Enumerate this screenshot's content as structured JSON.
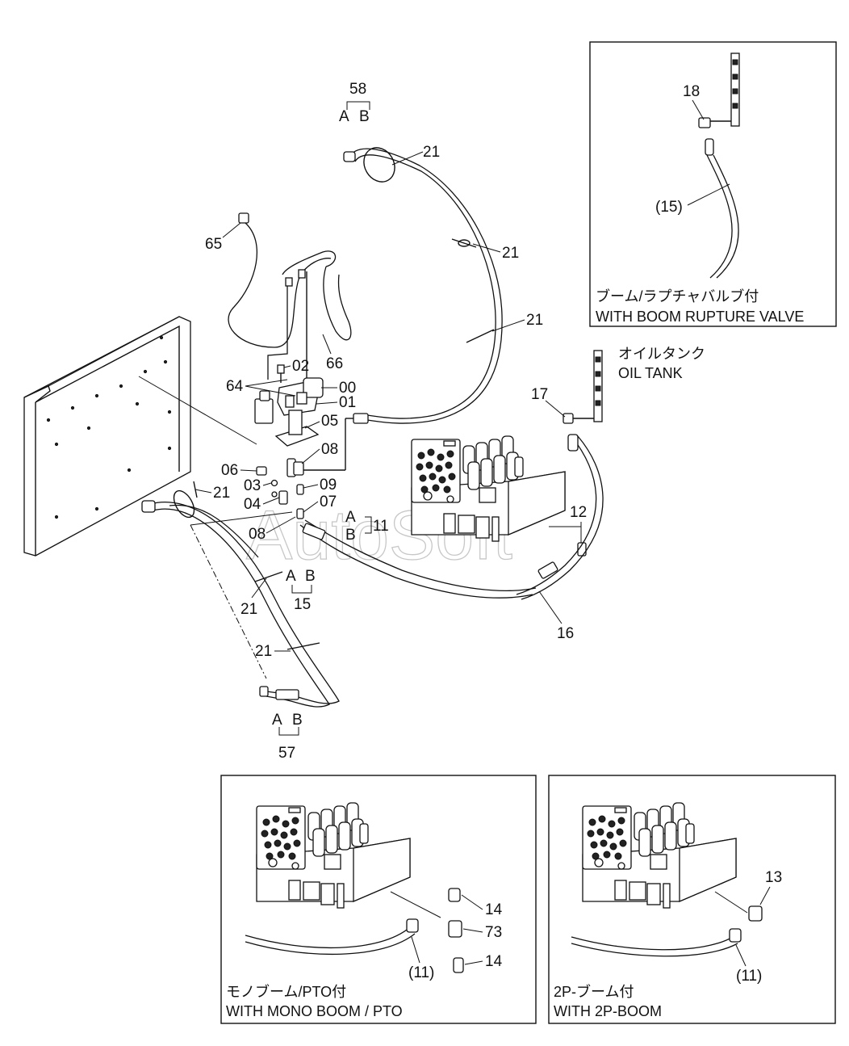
{
  "watermark": "AutoSoft",
  "labels": {
    "p58": "58",
    "p58_a": "A",
    "p58_b": "B",
    "p21_top": "21",
    "p21_mid": "21",
    "p21_right": "21",
    "p21_left": "21",
    "p21_lowA": "21",
    "p21_lowB": "21",
    "p65": "65",
    "p66": "66",
    "p64": "64",
    "p02": "02",
    "p00": "00",
    "p01": "01",
    "p05": "05",
    "p06": "06",
    "p08a": "08",
    "p03": "03",
    "p09": "09",
    "p04": "04",
    "p07": "07",
    "p08b": "08",
    "p11": "11",
    "p11_a": "A",
    "p11_b": "B",
    "p12": "12",
    "p15": "15",
    "p15_a": "A",
    "p15_b": "B",
    "p16": "16",
    "p17": "17",
    "p57": "57",
    "p57_a": "A",
    "p57_b": "B"
  },
  "oil_tank": {
    "jp": "オイルタンク",
    "en": "OIL TANK"
  },
  "inset_rupture": {
    "p18": "18",
    "p15": "(15)",
    "caption_jp": "ブーム/ラプチャバルブ付",
    "caption_en": "WITH BOOM RUPTURE VALVE"
  },
  "inset_mono": {
    "p14a": "14",
    "p73": "73",
    "p14b": "14",
    "p11": "(11)",
    "caption_jp": "モノブーム/PTO付",
    "caption_en": "WITH MONO BOOM / PTO"
  },
  "inset_2p": {
    "p13": "13",
    "p11": "(11)",
    "caption_jp": "2P-ブーム付",
    "caption_en": "WITH 2P-BOOM"
  }
}
